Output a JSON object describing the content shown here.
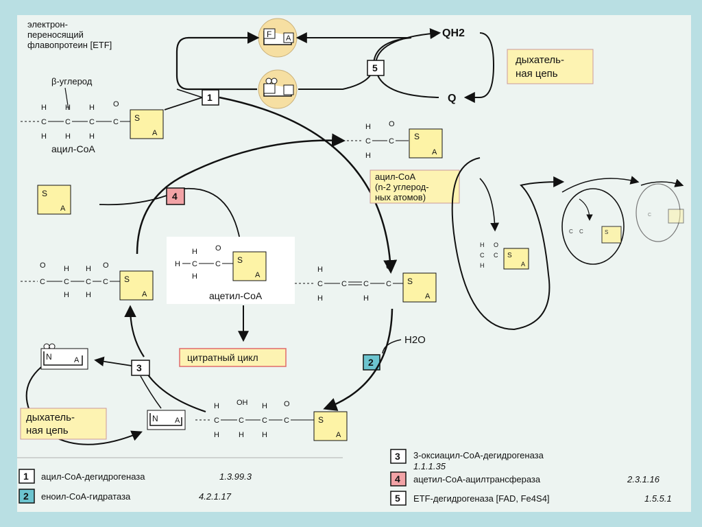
{
  "labels": {
    "etf": [
      "электрон-",
      "переносящий",
      "флавопротеин [ETF]"
    ],
    "beta_carbon": "β-углерод",
    "acyl_coa": "ацил-CoA",
    "acyl_coa_n2": [
      "ацил-CoA",
      "(n-2 углерод-",
      "ных атомов)"
    ],
    "acetyl_coa": "ацетил-CoA",
    "citrate_cycle": "цитратный цикл",
    "resp_chain": [
      "дыхатель-",
      "ная цепь"
    ],
    "qh2": "QH2",
    "q": "Q",
    "h2o": "H2O",
    "oh": "OH",
    "coa_s": "S",
    "coa_a": "A",
    "fad_f": "F",
    "fad_a": "A",
    "nad_n": "N",
    "nad_a": "A"
  },
  "enzymes": [
    {
      "num": "1",
      "name": "ацил-CoA-дегидрогеназа",
      "ec": "1.3.99.3",
      "color": "#ffffff"
    },
    {
      "num": "2",
      "name": "еноил-CoA-гидратаза",
      "ec": "4.2.1.17",
      "color": "#6cc4cf"
    },
    {
      "num": "3",
      "name": "3-оксиацил-CoA-дегидрогеназа",
      "ec": "1.1.1.35",
      "color": "#ffffff"
    },
    {
      "num": "4",
      "name": "ацетил-CoA-ацилтрансфераза",
      "ec": "2.3.1.16",
      "color": "#f2a3a6"
    },
    {
      "num": "5",
      "name": "ETF-дегидрогеназа [FAD, Fe4S4]",
      "ec": "1.5.5.1",
      "color": "#ffffff"
    }
  ],
  "colors": {
    "coa_box": "#fdf3a6",
    "label_box": "#fdf3b2",
    "citrate_box_border": "#e06a6a",
    "flavo_circle": "#f6dfa2",
    "background": "#b9dfe3",
    "panel": "#edf4f1"
  }
}
